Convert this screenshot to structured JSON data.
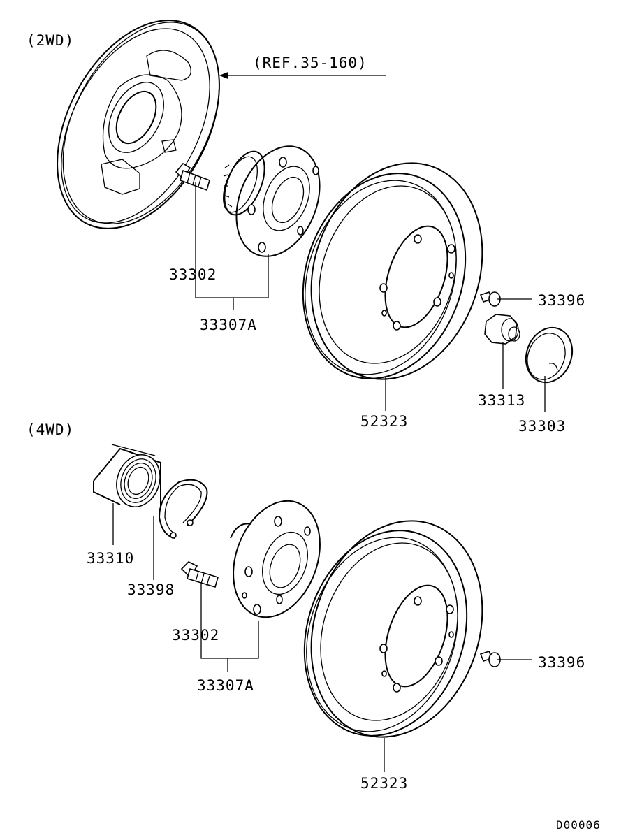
{
  "diagram": {
    "sections": {
      "two_wd": "(2WD)",
      "four_wd": "(4WD)"
    },
    "reference": "(REF.35-160)",
    "drawing_id": "D00006",
    "parts": {
      "p33302_top": "33302",
      "p33307A_top": "33307A",
      "p33396_top": "33396",
      "p33313": "33313",
      "p33303": "33303",
      "p52323_top": "52323",
      "p33310": "33310",
      "p33398": "33398",
      "p33302_bot": "33302",
      "p33307A_bot": "33307A",
      "p33396_bot": "33396",
      "p52323_bot": "52323"
    }
  }
}
